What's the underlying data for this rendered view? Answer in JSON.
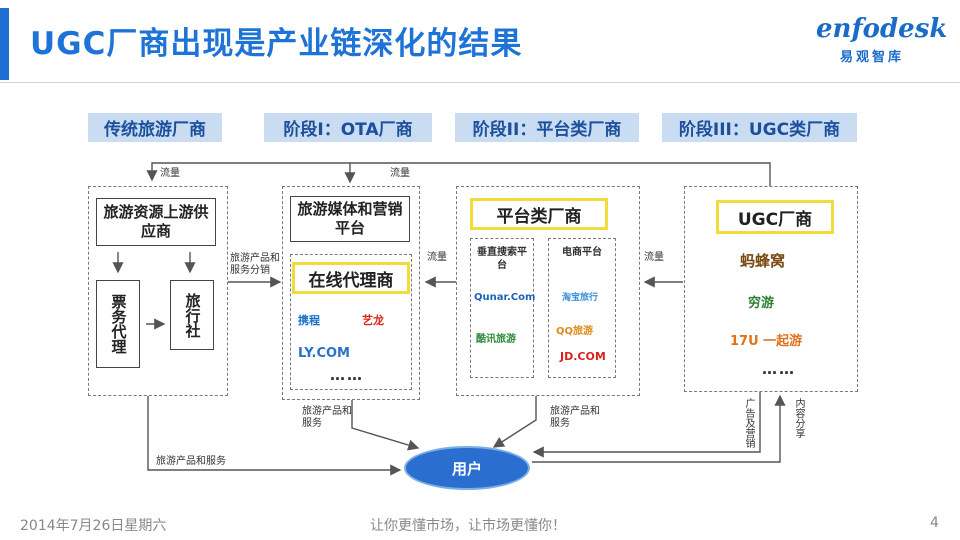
{
  "header": {
    "title": "UGC厂商出现是产业链深化的结果",
    "logo_word": "enfodesk",
    "logo_sub": "易观智库"
  },
  "stages": [
    "传统旅游厂商",
    "阶段I：OTA厂商",
    "阶段II：平台类厂商",
    "阶段III：UGC类厂商"
  ],
  "traditional": {
    "supplier": "旅游资源上游供应商",
    "ticket_agent": "票务代理",
    "travel_agency": "旅行社"
  },
  "ota": {
    "media": "旅游媒体和营销平台",
    "online_agent": "在线代理商",
    "logos": [
      "携程",
      "艺龙",
      "LY.COM"
    ],
    "more": "……"
  },
  "platform": {
    "title": "平台类厂商",
    "vertical_search": "垂直搜索平台",
    "ecommerce": "电商平台",
    "logos_left": [
      "Qunar.Com",
      "酷讯旅游"
    ],
    "logos_right": [
      "淘宝旅行",
      "QQ旅游",
      "JD.COM"
    ]
  },
  "ugc": {
    "title": "UGC厂商",
    "logos": [
      "蚂蜂窝",
      "穷游",
      "17U 一起游"
    ],
    "more": "……"
  },
  "flow_labels": {
    "traffic_top_left": "流量",
    "traffic_top_mid": "流量",
    "traffic_ota": "流量",
    "traffic_platform": "流量",
    "products_dist": "旅游产品和服务分销",
    "products_services_1": "旅游产品和服务",
    "products_services_2": "旅游产品和服务",
    "products_services_bottom": "旅游产品和服务",
    "ads_marketing": "广告及营销",
    "content_share": "内容分享"
  },
  "user_label": "用户",
  "footer": {
    "date": "2014年7月26日星期六",
    "slogan": "让你更懂市场，让市场更懂你！",
    "page": "4"
  },
  "colors": {
    "title_blue": "#1e73d6",
    "stage_bg": "#c9dcf2",
    "highlight_yellow": "#f2dc3d",
    "user_blue": "#2a6fcf"
  }
}
